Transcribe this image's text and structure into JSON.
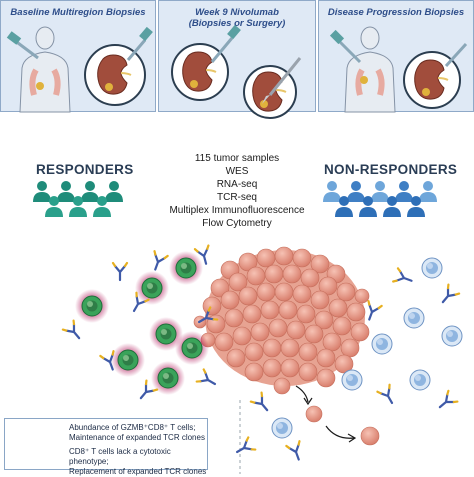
{
  "banners": [
    {
      "title": "Baseline Multiregion Biopsies"
    },
    {
      "title_line1": "Week 9 Nivolumab",
      "title_line2": "(Biopsies or Surgery)"
    },
    {
      "title": "Disease Progression Biopsies"
    }
  ],
  "groups": {
    "responders": "RESPONDERS",
    "non_responders": "NON-RESPONDERS"
  },
  "samples": [
    "115 tumor samples",
    "WES",
    "RNA-seq",
    "TCR-seq",
    "Multiplex Immunofluorescence",
    "Flow Cytometry"
  ],
  "legend": {
    "row1_line1": "Abundance of GZMB⁺CD8⁺ T cells;",
    "row1_line2": "Maintenance of expanded TCR clones",
    "row2_line1": "CD8⁺ T cells lack a cytotoxic phenotype;",
    "row2_line2": "Replacement of expanded TCR clones"
  },
  "colors": {
    "banner_bg": "#dfe9f5",
    "title_blue": "#2e4e8a",
    "teal": "#1f8c7a",
    "blue_people": "#2e6fb7",
    "tumor": "#e9a090",
    "t_cell_green": "#3aa35a",
    "t_cell_blue": "#8fb5e0",
    "glow": "#b0185a"
  },
  "icons": [
    "person-icon",
    "kidney-icon",
    "syringe-icon",
    "scalpel-icon",
    "antibody-icon",
    "t-cell-icon",
    "tumor-cell-icon"
  ]
}
